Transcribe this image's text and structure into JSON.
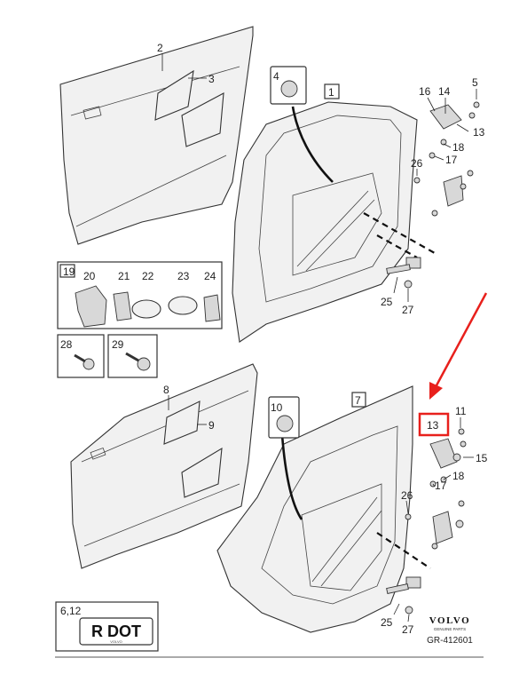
{
  "callouts": {
    "p2": "2",
    "p3": "3",
    "p4": "4",
    "p1": "1",
    "p16": "16",
    "p14": "14",
    "p5": "5",
    "p13a": "13",
    "p18a": "18",
    "p17a": "17",
    "p26a": "26",
    "p19": "19",
    "p20": "20",
    "p21": "21",
    "p22": "22",
    "p23": "23",
    "p24": "24",
    "p25a": "25",
    "p27a": "27",
    "p28": "28",
    "p29": "29",
    "p8": "8",
    "p9": "9",
    "p10": "10",
    "p7": "7",
    "p11": "11",
    "p13b": "13",
    "p15": "15",
    "p18b": "18",
    "p17b": "17",
    "p26b": "26",
    "p25b": "25",
    "p27b": "27"
  },
  "label_box": {
    "ref": "6,12",
    "text": "R DOT",
    "brand": "VOLVO"
  },
  "logo": {
    "brand": "VOLVO",
    "subline": "GENUINE PARTS"
  },
  "ref_code": "GR-412601",
  "highlight": {
    "target": "13",
    "color": "#e8201c"
  }
}
